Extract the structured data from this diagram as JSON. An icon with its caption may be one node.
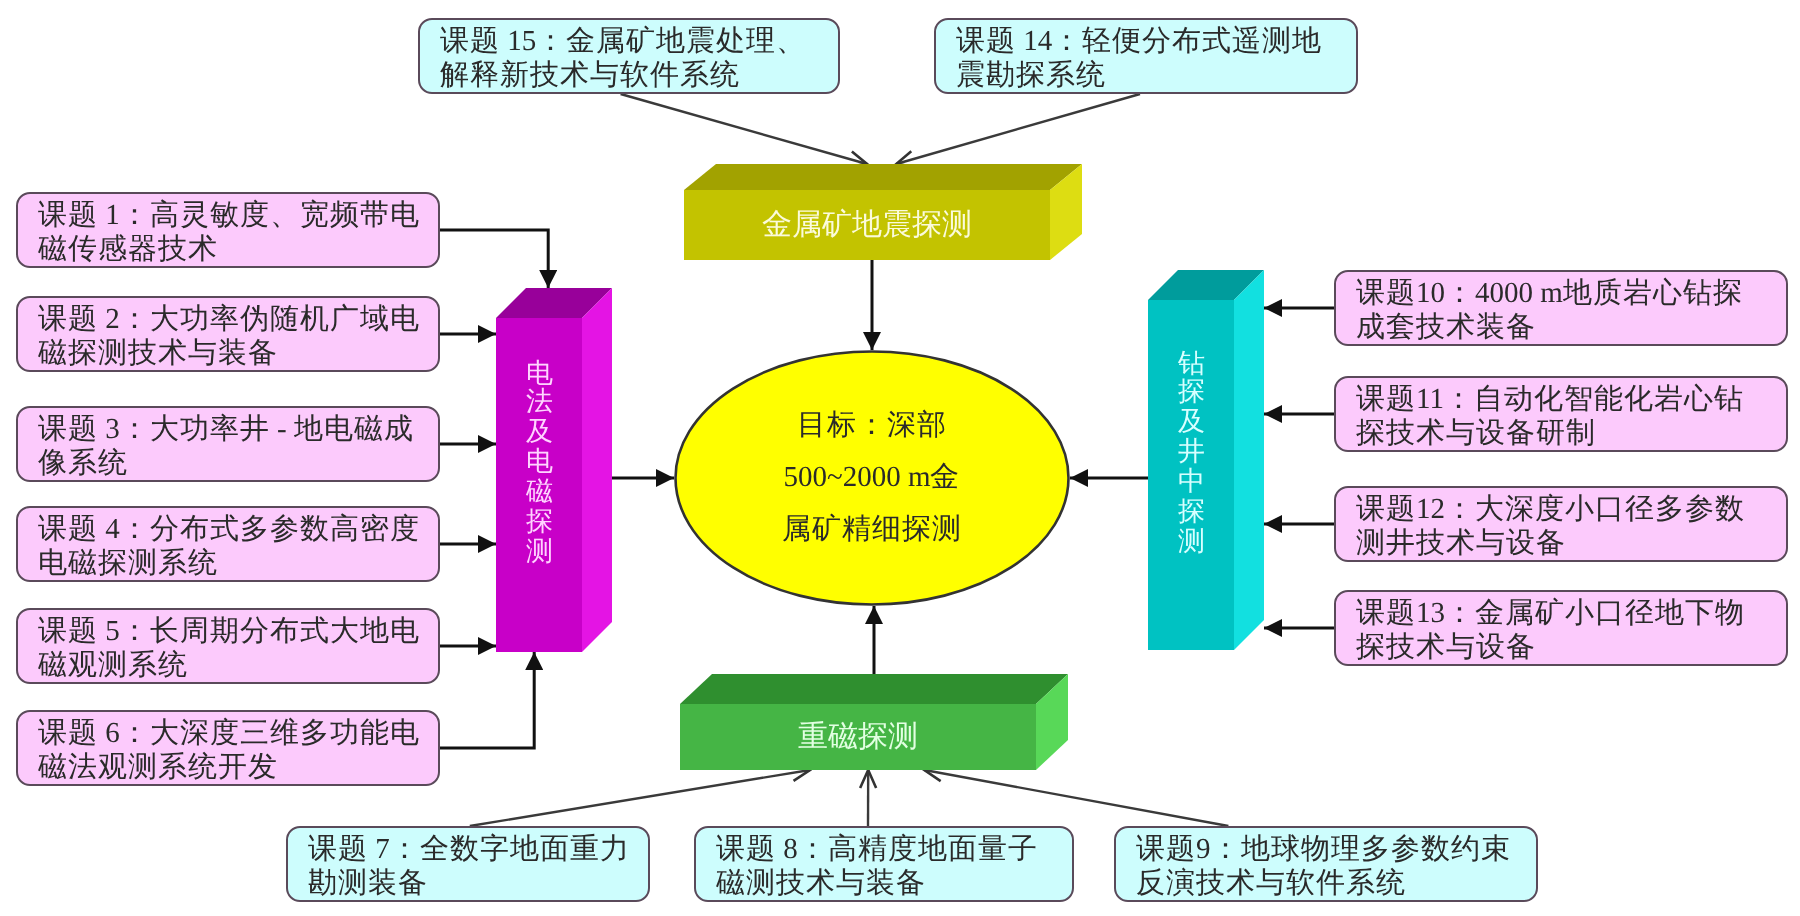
{
  "diagram": {
    "nodes": [
      {
        "text": [
          "课题 15：金属矿地震处理、解释新技术与软件系统"
        ]
      },
      {
        "text": [
          "课题 14：轻便分布式遥测地震勘探系统"
        ]
      },
      {
        "text": [
          "金属矿地震探测"
        ]
      },
      {
        "text": [
          "课题 1：高灵敏度、宽频带电磁传感器技术"
        ]
      },
      {
        "text": [
          "课题 2：大功率伪随机广域电磁探测技术与装备"
        ]
      },
      {
        "text": [
          "课题 3：大功率井 - 地电磁成像系统"
        ]
      },
      {
        "text": [
          "课题 4：分布式多参数高密度电磁探测系统"
        ]
      },
      {
        "text": [
          "课题 5：长周期分布式大地电磁观测系统"
        ]
      },
      {
        "text": [
          "课题 6：大深度三维多功能电磁法观测系统开发"
        ]
      },
      {
        "text": [
          "电法及电磁探测"
        ]
      },
      {
        "text": [
          "目标：深部500~2000 m金属矿精细探测"
        ]
      },
      {
        "text": [
          "钻探及井中探测"
        ]
      },
      {
        "text": [
          "课题10：4000 m地质岩心钻探成套技术装备"
        ]
      },
      {
        "text": [
          "课题11：自动化智能化岩心钻探技术与设备研制"
        ]
      },
      {
        "text": [
          "课题12：大深度小口径多参数测井技术与设备"
        ]
      },
      {
        "text": [
          "课题13：金属矿小口径地下物探技术与设备"
        ]
      },
      {
        "text": [
          "重磁探测"
        ]
      },
      {
        "text": [
          "课题 7：全数字地面重力勘测装备"
        ]
      },
      {
        "text": [
          "课题 8：高精度地面量子磁测技术与装备"
        ]
      },
      {
        "text": [
          "课题9：地球物理多参数约束反演技术与软件系统"
        ]
      }
    ],
    "edges": [
      {
        "from": 0,
        "to": 2,
        "arrow": "to"
      },
      {
        "from": 1,
        "to": 2,
        "arrow": "to"
      },
      {
        "from": 2,
        "to": 10,
        "arrow": "to"
      },
      {
        "from": 3,
        "to": 9,
        "arrow": "to"
      },
      {
        "from": 4,
        "to": 9,
        "arrow": "to"
      },
      {
        "from": 5,
        "to": 9,
        "arrow": "to"
      },
      {
        "from": 6,
        "to": 9,
        "arrow": "to"
      },
      {
        "from": 7,
        "to": 9,
        "arrow": "to"
      },
      {
        "from": 8,
        "to": 9,
        "arrow": "to"
      },
      {
        "from": 9,
        "to": 10,
        "arrow": "to"
      },
      {
        "from": 12,
        "to": 11,
        "arrow": "to"
      },
      {
        "from": 13,
        "to": 11,
        "arrow": "to"
      },
      {
        "from": 14,
        "to": 11,
        "arrow": "to"
      },
      {
        "from": 15,
        "to": 11,
        "arrow": "to"
      },
      {
        "from": 11,
        "to": 10,
        "arrow": "to"
      },
      {
        "from": 17,
        "to": 16,
        "arrow": "to"
      },
      {
        "from": 18,
        "to": 16,
        "arrow": "to"
      },
      {
        "from": 19,
        "to": 16,
        "arrow": "to"
      },
      {
        "from": 16,
        "to": 10,
        "arrow": "to"
      }
    ]
  }
}
